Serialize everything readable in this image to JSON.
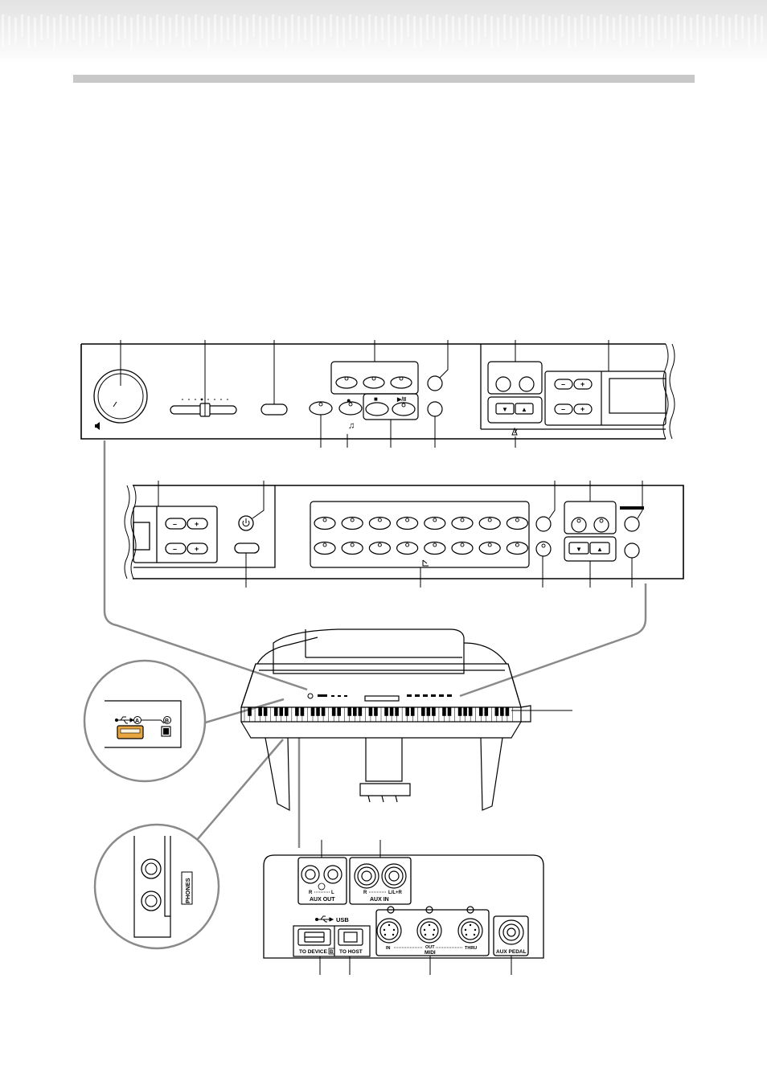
{
  "labels": {
    "usb_device": "USB",
    "aux_out": "AUX OUT",
    "aux_out_r": "R",
    "aux_out_l": "L",
    "aux_in": "AUX IN",
    "aux_in_r": "R",
    "aux_in_lr": "L/L+R",
    "usb": "USB",
    "to_device": "TO DEVICE",
    "to_device_badge": "B",
    "to_host": "TO HOST",
    "midi": "MIDI",
    "midi_in": "IN",
    "midi_out": "OUT",
    "midi_thru": "THRU",
    "aux_pedal": "AUX PEDAL",
    "phones": "PHONES",
    "usb_a_badge": "A",
    "usb_b_badge": "B",
    "minus": "–",
    "plus": "+",
    "down": "▼",
    "up": "▲",
    "rec": "●",
    "stop": "■",
    "play": "▶/II"
  },
  "colors": {
    "rule": "#c8c8c8",
    "line": "#000000",
    "callout": "#8a8a8a",
    "usb_port": "#e8a640"
  }
}
